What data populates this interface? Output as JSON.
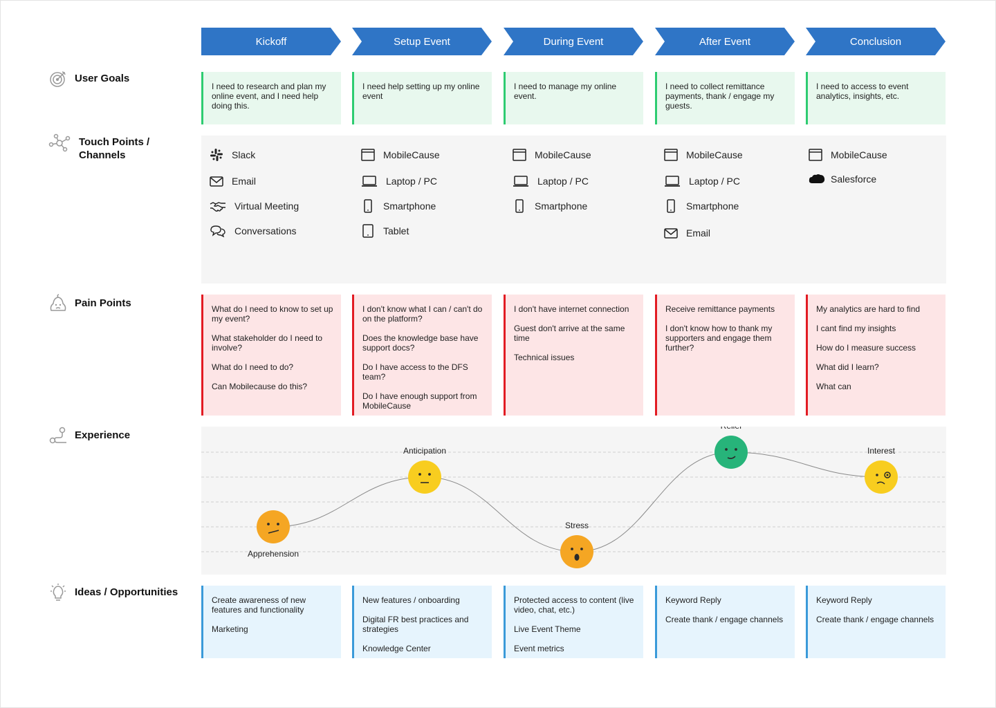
{
  "phases": [
    "Kickoff",
    "Setup Event",
    "During Event",
    "After Event",
    "Conclusion"
  ],
  "rows": {
    "user_goals": "User Goals",
    "touch_points": "Touch Points /",
    "touch_points_2": "Channels",
    "pain_points": "Pain Points",
    "experience": "Experience",
    "ideas": "Ideas / Opportunities"
  },
  "goals": [
    "I need to research and plan my online event, and I need help doing this.",
    "I need help setting up my online event",
    "I need to manage my online event.",
    "I need to collect remittance payments, thank / engage my guests.",
    "I need to access to event analytics, insights, etc."
  ],
  "touchpoints": [
    [
      {
        "icon": "slack-icon",
        "label": "Slack"
      },
      {
        "icon": "email-icon",
        "label": "Email"
      },
      {
        "icon": "handshake-icon",
        "label": "Virtual Meeting"
      },
      {
        "icon": "conversation-icon",
        "label": "Conversations"
      }
    ],
    [
      {
        "icon": "browser-icon",
        "label": "MobileCause"
      },
      {
        "icon": "laptop-icon",
        "label": "Laptop / PC"
      },
      {
        "icon": "smartphone-icon",
        "label": "Smartphone"
      },
      {
        "icon": "tablet-icon",
        "label": "Tablet"
      }
    ],
    [
      {
        "icon": "browser-icon",
        "label": "MobileCause"
      },
      {
        "icon": "laptop-icon",
        "label": "Laptop / PC"
      },
      {
        "icon": "smartphone-icon",
        "label": "Smartphone"
      }
    ],
    [
      {
        "icon": "browser-icon",
        "label": "MobileCause"
      },
      {
        "icon": "laptop-icon",
        "label": "Laptop / PC"
      },
      {
        "icon": "smartphone-icon",
        "label": "Smartphone"
      },
      {
        "icon": "email-icon",
        "label": "Email"
      }
    ],
    [
      {
        "icon": "browser-icon",
        "label": "MobileCause"
      },
      {
        "icon": "salesforce-icon",
        "label": "Salesforce"
      }
    ]
  ],
  "pain_points": [
    [
      "What do I need to know to set up my event?",
      "What stakeholder do I need to involve?",
      "What do I need to do?",
      "Can Mobilecause do this?"
    ],
    [
      "I don't know what I can / can't do on the platform?",
      "Does the knowledge base have support docs?",
      "Do I have access to the DFS team?",
      "Do I have enough support from MobileCause"
    ],
    [
      "I don't have internet connection",
      "Guest don't arrive at the same time",
      "Technical issues"
    ],
    [
      "Receive remittance payments",
      "I don't know how to thank my supporters and engage them further?"
    ],
    [
      "My analytics are hard to find",
      "I cant find my insights",
      "How do I measure success",
      "What did I learn?",
      "What can"
    ]
  ],
  "experience": [
    {
      "label": "Apprehension",
      "level": 1,
      "face": "flat",
      "color": "#f5a623"
    },
    {
      "label": "Anticipation",
      "level": 3,
      "face": "neutral",
      "color": "#f8cd1f"
    },
    {
      "label": "Stress",
      "level": 0,
      "face": "shocked",
      "color": "#f5a623"
    },
    {
      "label": "Relief",
      "level": 4,
      "face": "smile",
      "color": "#27b47a"
    },
    {
      "label": "Interest",
      "level": 3,
      "face": "curious",
      "color": "#f8cd1f"
    }
  ],
  "ideas": [
    [
      "Create awareness of new features and functionality",
      "Marketing"
    ],
    [
      "New features / onboarding",
      "Digital FR best practices and strategies",
      "Knowledge Center"
    ],
    [
      "Protected access to content (live video, chat, etc.)",
      "Live Event Theme",
      "Event metrics"
    ],
    [
      "Keyword Reply",
      "Create thank / engage channels"
    ],
    [
      "Keyword Reply",
      "Create thank / engage channels"
    ]
  ],
  "colors": {
    "phase": "#2f75c6",
    "goal_accent": "#2ecc71",
    "pain_accent": "#e21b23",
    "idea_accent": "#3a9ad9"
  }
}
